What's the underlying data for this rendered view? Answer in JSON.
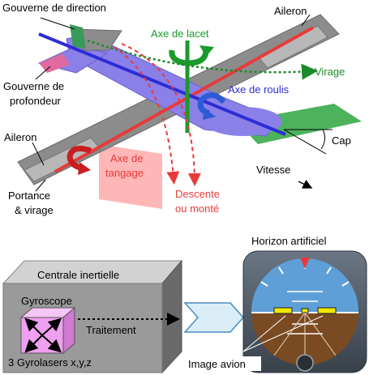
{
  "labels": {
    "rudder": "Gouverne de direction",
    "aileron_top": "Aileron",
    "yaw_axis": "Axe de lacet",
    "turn": "Virage",
    "roll_axis": "Axe de roulis",
    "elevator_line1": "Gouverne de",
    "elevator_line2": "profondeur",
    "aileron_left": "Aileron",
    "heading": "Cap",
    "pitch_axis_line1": "Axe de",
    "pitch_axis_line2": "tangage",
    "speed": "Vitesse",
    "lift_line1": "Portance",
    "lift_line2": "& virage",
    "descent_line1": "Descente",
    "descent_line2": "ou monté",
    "artificial_horizon": "Horizon artificiel",
    "inertial_unit": "Centrale inertielle",
    "gyroscope": "Gyroscope",
    "processing": "Traitement",
    "gyrolasers": "3 Gyrolasers x,y,z",
    "aircraft_image": "Image avion"
  },
  "colors": {
    "roll_axis": "#2d2dd6",
    "yaw_axis": "#1a9a2a",
    "pitch_axis": "#e83a3a",
    "wing": "#8c8c8c",
    "fuselage": "#8a80e8",
    "horizon_sky": "#5f9fd8",
    "horizon_ground": "#7a4a22",
    "gyro_cube": "#f0a0f0"
  }
}
